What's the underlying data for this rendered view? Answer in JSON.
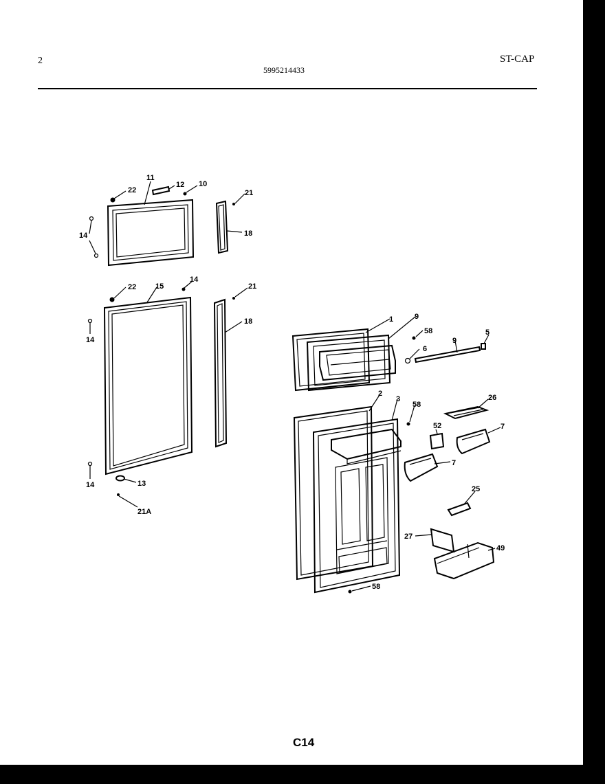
{
  "header": {
    "page_number": "2",
    "part_number": "5995214433",
    "model_code": "ST-CAP"
  },
  "footer": {
    "code": "C14"
  },
  "callouts": {
    "c11": "11",
    "c12": "12",
    "c10": "10",
    "c22a": "22",
    "c14a": "14",
    "c21a": "21",
    "c18a": "18",
    "c22b": "22",
    "c15": "15",
    "c14b": "14",
    "c21b": "21",
    "c18b": "18",
    "c14c": "14",
    "c14d": "14",
    "c13": "13",
    "c21A": "21A",
    "c1": "1",
    "c9a": "9",
    "c58a": "58",
    "c6": "6",
    "c9b": "9",
    "c5": "5",
    "c2": "2",
    "c3": "3",
    "c58b": "58",
    "c26": "26",
    "c52": "52",
    "c7a": "7",
    "c7b": "7",
    "c25": "25",
    "c27": "27",
    "c49": "49",
    "c58c": "58"
  }
}
